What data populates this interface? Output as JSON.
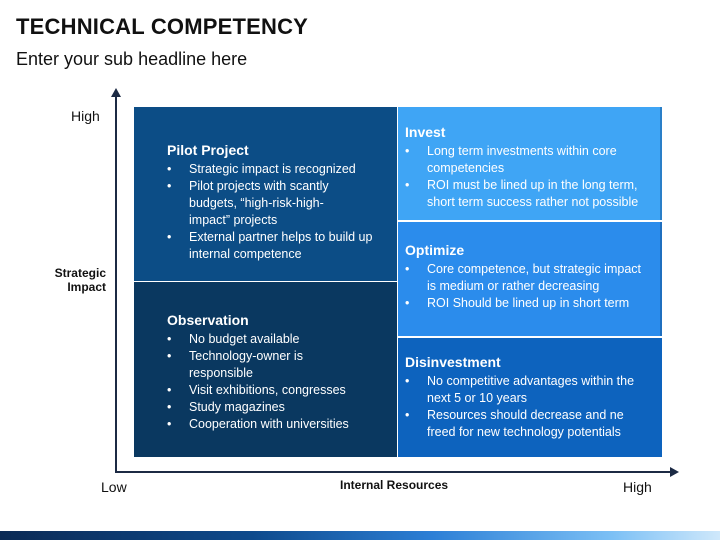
{
  "header": {
    "title": "TECHNICAL COMPETENCY",
    "subtitle": "Enter your sub headline here"
  },
  "axes": {
    "y_label_line1": "Strategic",
    "y_label_line2": "Impact",
    "y_high": "High",
    "x_label": "Internal Resources",
    "x_low": "Low",
    "x_high": "High"
  },
  "quadrants": {
    "pilot": {
      "title": "Pilot Project",
      "items": [
        "Strategic impact is recognized",
        "Pilot projects with scantly budgets, “high-risk-high-impact” projects",
        "External partner helps to build up internal competence"
      ]
    },
    "observation": {
      "title": "Observation",
      "items": [
        "No budget available",
        "Technology-owner is responsible",
        "Visit exhibitions, congresses",
        "Study magazines",
        "Cooperation with universities"
      ]
    },
    "invest": {
      "title": "Invest",
      "items": [
        "Long term investments within core competencies",
        "ROI must be lined up in the long term, short term success rather not possible"
      ]
    },
    "optimize": {
      "title": "Optimize",
      "items": [
        "Core competence, but strategic impact is medium or rather decreasing",
        "ROI Should be lined up in short term"
      ]
    },
    "disinvestment": {
      "title": "Disinvestment",
      "items": [
        "No competitive advantages within the next 5 or 10 years",
        "Resources should decrease and ne freed for new technology potentials"
      ]
    }
  }
}
